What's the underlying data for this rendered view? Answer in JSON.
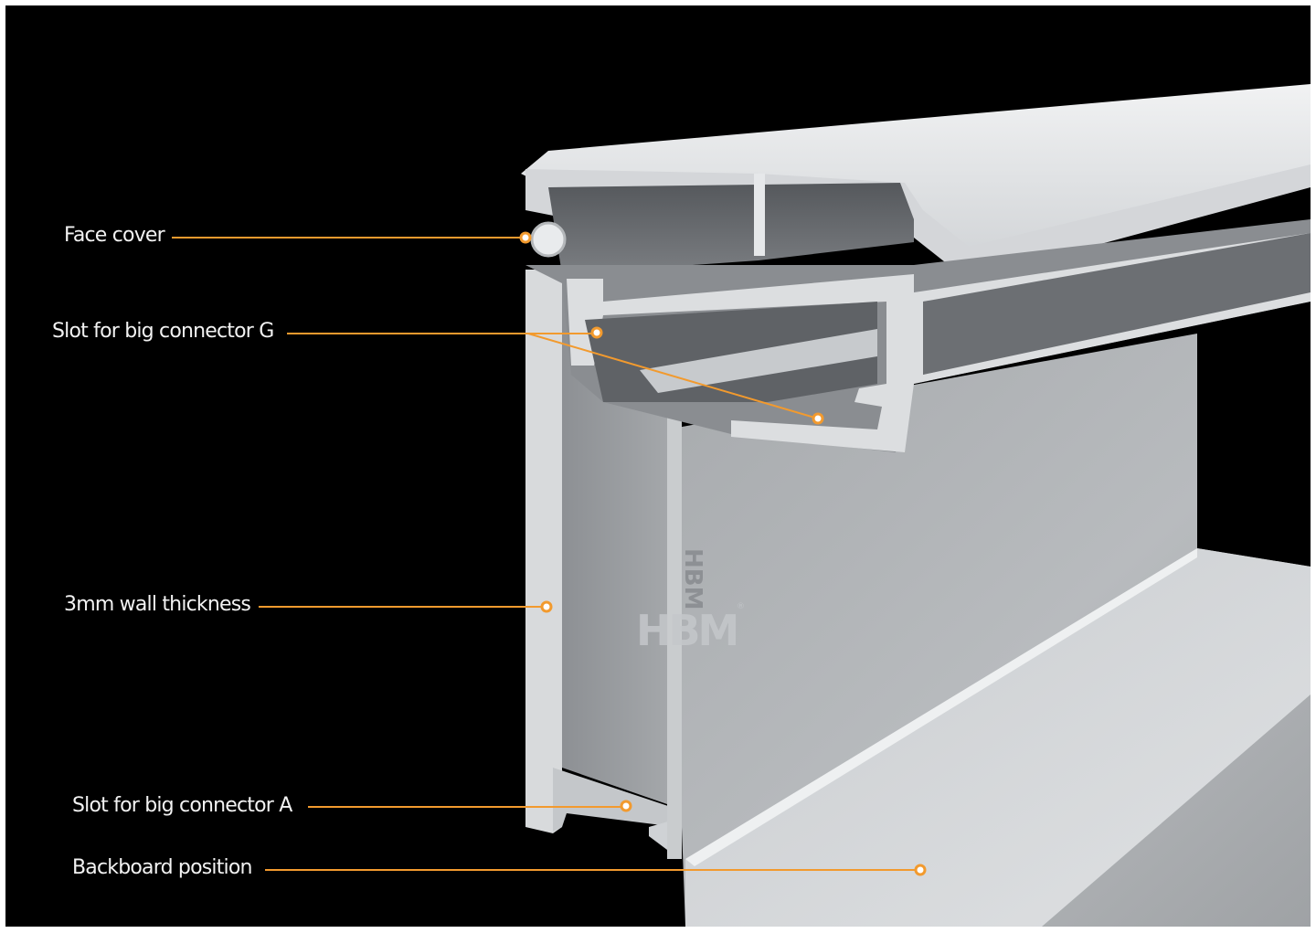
{
  "brand": {
    "logo_text": "HBM",
    "registered_mark": "®"
  },
  "colors": {
    "background": "#000000",
    "frame_border": "#ffffff",
    "leader_line": "#f29a2e",
    "label_text": "#f2f2f2",
    "aluminium_light": "#e4e6e8",
    "aluminium_mid": "#b9bcbf",
    "aluminium_dark": "#7f8286"
  },
  "callouts": [
    {
      "id": "face-cover",
      "label": "Face cover"
    },
    {
      "id": "slot-g",
      "label": "Slot for big connector G"
    },
    {
      "id": "wall",
      "label": "3mm wall thickness"
    },
    {
      "id": "slot-a",
      "label": "Slot for big connector A"
    },
    {
      "id": "backboard",
      "label": "Backboard position"
    }
  ]
}
